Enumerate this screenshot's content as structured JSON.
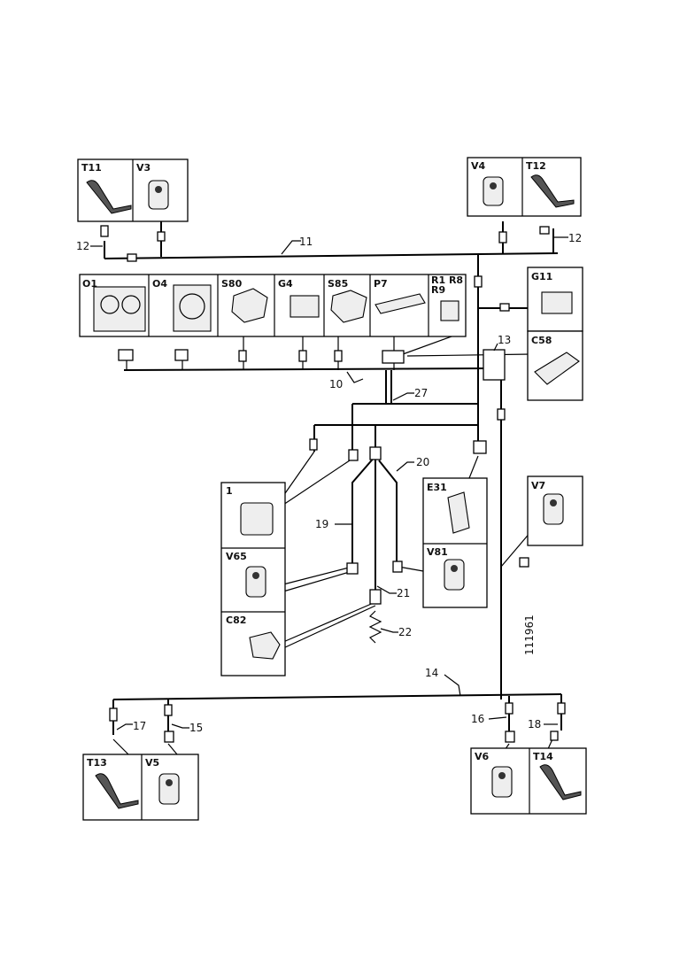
{
  "components": {
    "t11": "T11",
    "v3": "V3",
    "v4": "V4",
    "t12": "T12",
    "o1": "O1",
    "o4": "O4",
    "s80": "S80",
    "g4": "G4",
    "s85": "S85",
    "p7": "P7",
    "r1r8": "R1 R8",
    "r9": "R9",
    "g11": "G11",
    "c58": "C58",
    "c1": "1",
    "v65": "V65",
    "c82": "C82",
    "e31": "E31",
    "v81": "V81",
    "v7": "V7",
    "t13": "T13",
    "v5": "V5",
    "v6": "V6",
    "t14": "T14"
  },
  "harness_numbers": {
    "n11": "11",
    "n12a": "12",
    "n12b": "12",
    "n10": "10",
    "n27": "27",
    "n13": "13",
    "n20": "20",
    "n19": "19",
    "n21": "21",
    "n22": "22",
    "n14": "14",
    "n17": "17",
    "n15": "15",
    "n16": "16",
    "n18": "18"
  },
  "figure_id": "111961"
}
